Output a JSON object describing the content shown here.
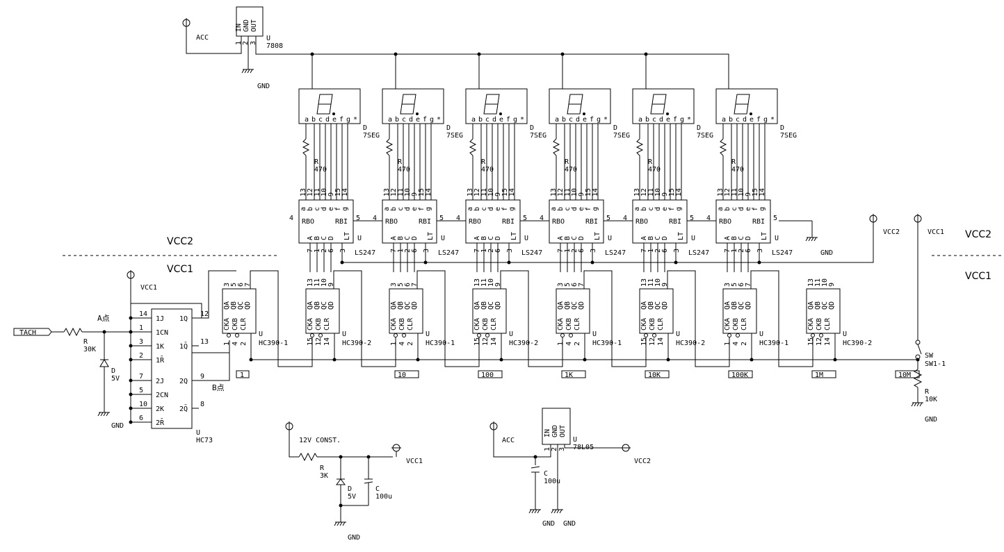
{
  "supply": {
    "vcc1": "VCC1",
    "vcc2": "VCC2",
    "acc": "ACC",
    "gnd": "GND",
    "const12": "12V CONST."
  },
  "regulators": [
    {
      "ref": "U",
      "part": "7808",
      "pins": [
        "IN",
        "GND",
        "OUT"
      ],
      "pin_nums": [
        "1",
        "2",
        "3"
      ]
    },
    {
      "ref": "U",
      "part": "78L05",
      "pins": [
        "IN",
        "GND",
        "OUT"
      ],
      "pin_nums": [
        "1",
        "2",
        "3"
      ]
    }
  ],
  "input": {
    "tach": "TACH",
    "r_ref": "R",
    "r_val": "30K",
    "d_ref": "D",
    "d_val": "5V",
    "point_a": "A点",
    "point_b": "B点"
  },
  "hc73": {
    "ref": "U",
    "part": "HC73",
    "left_pins": [
      {
        "num": "14",
        "name": "1J"
      },
      {
        "num": "1",
        "name": "1CN"
      },
      {
        "num": "3",
        "name": "1K"
      },
      {
        "num": "2",
        "name": "1R̄"
      },
      {
        "num": "7",
        "name": "2J"
      },
      {
        "num": "5",
        "name": "2CN"
      },
      {
        "num": "10",
        "name": "2K"
      },
      {
        "num": "6",
        "name": "2R̄"
      }
    ],
    "right_pins": [
      {
        "num": "12",
        "name": "1Q"
      },
      {
        "num": "13",
        "name": "1Q̄"
      },
      {
        "num": "9",
        "name": "2Q"
      },
      {
        "num": "8",
        "name": "2Q̄"
      }
    ]
  },
  "display": {
    "ref": "D",
    "part": "7SEG",
    "seg_labels": [
      "a",
      "b",
      "c",
      "d",
      "e",
      "f",
      "g",
      "*"
    ],
    "r_ref": "R",
    "r_val": "470"
  },
  "ls247": {
    "ref": "U",
    "part": "LS247",
    "top_pins": [
      "13",
      "12",
      "11",
      "10",
      "9",
      "15",
      "14"
    ],
    "top_names": [
      "a",
      "b",
      "c",
      "d",
      "e",
      "f",
      "g"
    ],
    "bottom_pins": [
      "7",
      "1",
      "2",
      "6"
    ],
    "bottom_names": [
      "A",
      "B",
      "C",
      "D"
    ],
    "rbo": "RBO",
    "rbi": "RBI",
    "lt": "LT",
    "pin_rbo": "4",
    "pin_rbi": "5",
    "pin_lt": "3"
  },
  "hc390": {
    "ref": "U",
    "variants": [
      "HC390-1",
      "HC390-2"
    ],
    "outputs": [
      "QA",
      "QB",
      "QC",
      "QD"
    ],
    "ck_names": [
      "CKA",
      "CKB",
      "CLR"
    ],
    "pins_1": {
      "q": [
        "3",
        "5",
        "6",
        "7"
      ],
      "ck": [
        "1",
        "4",
        "2"
      ]
    },
    "pins_2": {
      "q": [
        "13",
        "11",
        "10",
        "9"
      ],
      "ck": [
        "15",
        "12",
        "14"
      ]
    }
  },
  "range_labels": [
    "1",
    "10",
    "100",
    "1K",
    "10K",
    "100K",
    "1M",
    "10M"
  ],
  "switch": {
    "ref": "SW",
    "part": "SW1-1",
    "r_ref": "R",
    "r_val": "10K"
  },
  "power_section": {
    "r_ref": "R",
    "r_val": "3K",
    "d_ref": "D",
    "d_val": "5V",
    "c_ref": "C",
    "c_val": "100u",
    "c2_ref": "C",
    "c2_val": "100u"
  }
}
